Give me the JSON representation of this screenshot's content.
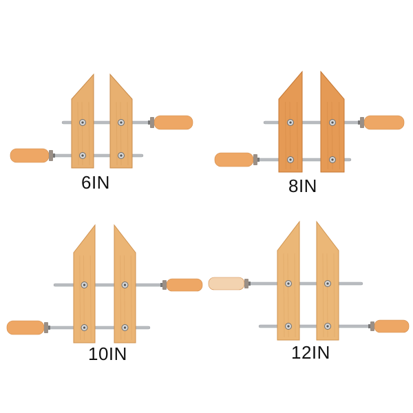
{
  "clamps": [
    {
      "id": "6",
      "label": "6IN",
      "wood": "#e8b070",
      "wood_dark": "#c98a48"
    },
    {
      "id": "8",
      "label": "8IN",
      "wood": "#e59a55",
      "wood_dark": "#c47632"
    },
    {
      "id": "10",
      "label": "10IN",
      "wood": "#ebb575",
      "wood_dark": "#cf914f"
    },
    {
      "id": "12",
      "label": "12IN",
      "wood": "#ebb777",
      "wood_dark": "#cf934f"
    }
  ],
  "colors": {
    "background": "#ffffff",
    "spindle": "#b9bcc0",
    "handle": "#eea765",
    "handle_light": "#f3d3b0",
    "ferrule": "#9a8f86",
    "screw": "#8e8e8e"
  },
  "icons": [
    "hand-screw-clamp-icon"
  ]
}
